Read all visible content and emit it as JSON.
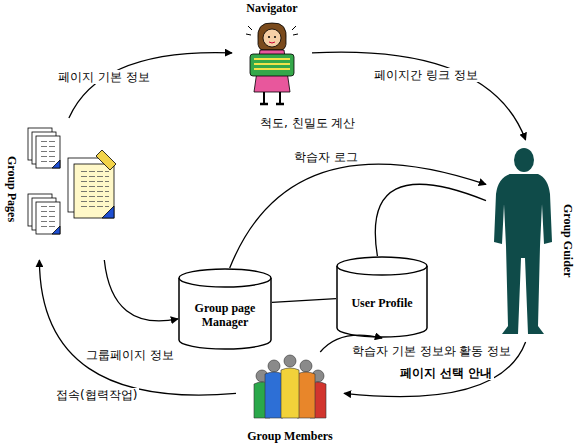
{
  "diagram": {
    "nodes": [
      {
        "text": [
          "Navigator"
        ]
      },
      {
        "text": [
          "Group Pages"
        ]
      },
      {
        "text": [
          "Group page Manager"
        ]
      },
      {
        "text": [
          "User Profile"
        ]
      },
      {
        "text": [
          "Group Guider"
        ]
      },
      {
        "text": [
          "Group Members"
        ]
      }
    ],
    "edges": [
      {
        "from": 1,
        "to": 0,
        "arrow": "to",
        "label": "페이지 기본 정보"
      },
      {
        "from": 0,
        "to": 4,
        "arrow": "to",
        "label": "페이지간 링크 정보"
      },
      {
        "from": 2,
        "to": 4,
        "arrow": "to",
        "label": "척도, 친밀도 계산"
      },
      {
        "from": 3,
        "to": 4,
        "arrow": "none",
        "label": "학습자 로그"
      },
      {
        "from": 1,
        "to": 2,
        "arrow": "to",
        "label": "그룹페이지 정보"
      },
      {
        "from": 2,
        "to": 3,
        "arrow": "none"
      },
      {
        "from": 5,
        "to": 3,
        "arrow": "to",
        "label": "학습자 기본 정보와 활동 정보"
      },
      {
        "from": 4,
        "to": 5,
        "arrow": "to",
        "label": "페이지 선택 안내"
      },
      {
        "from": 5,
        "to": 1,
        "arrow": "to",
        "label": "접속(협력작업)"
      }
    ]
  }
}
